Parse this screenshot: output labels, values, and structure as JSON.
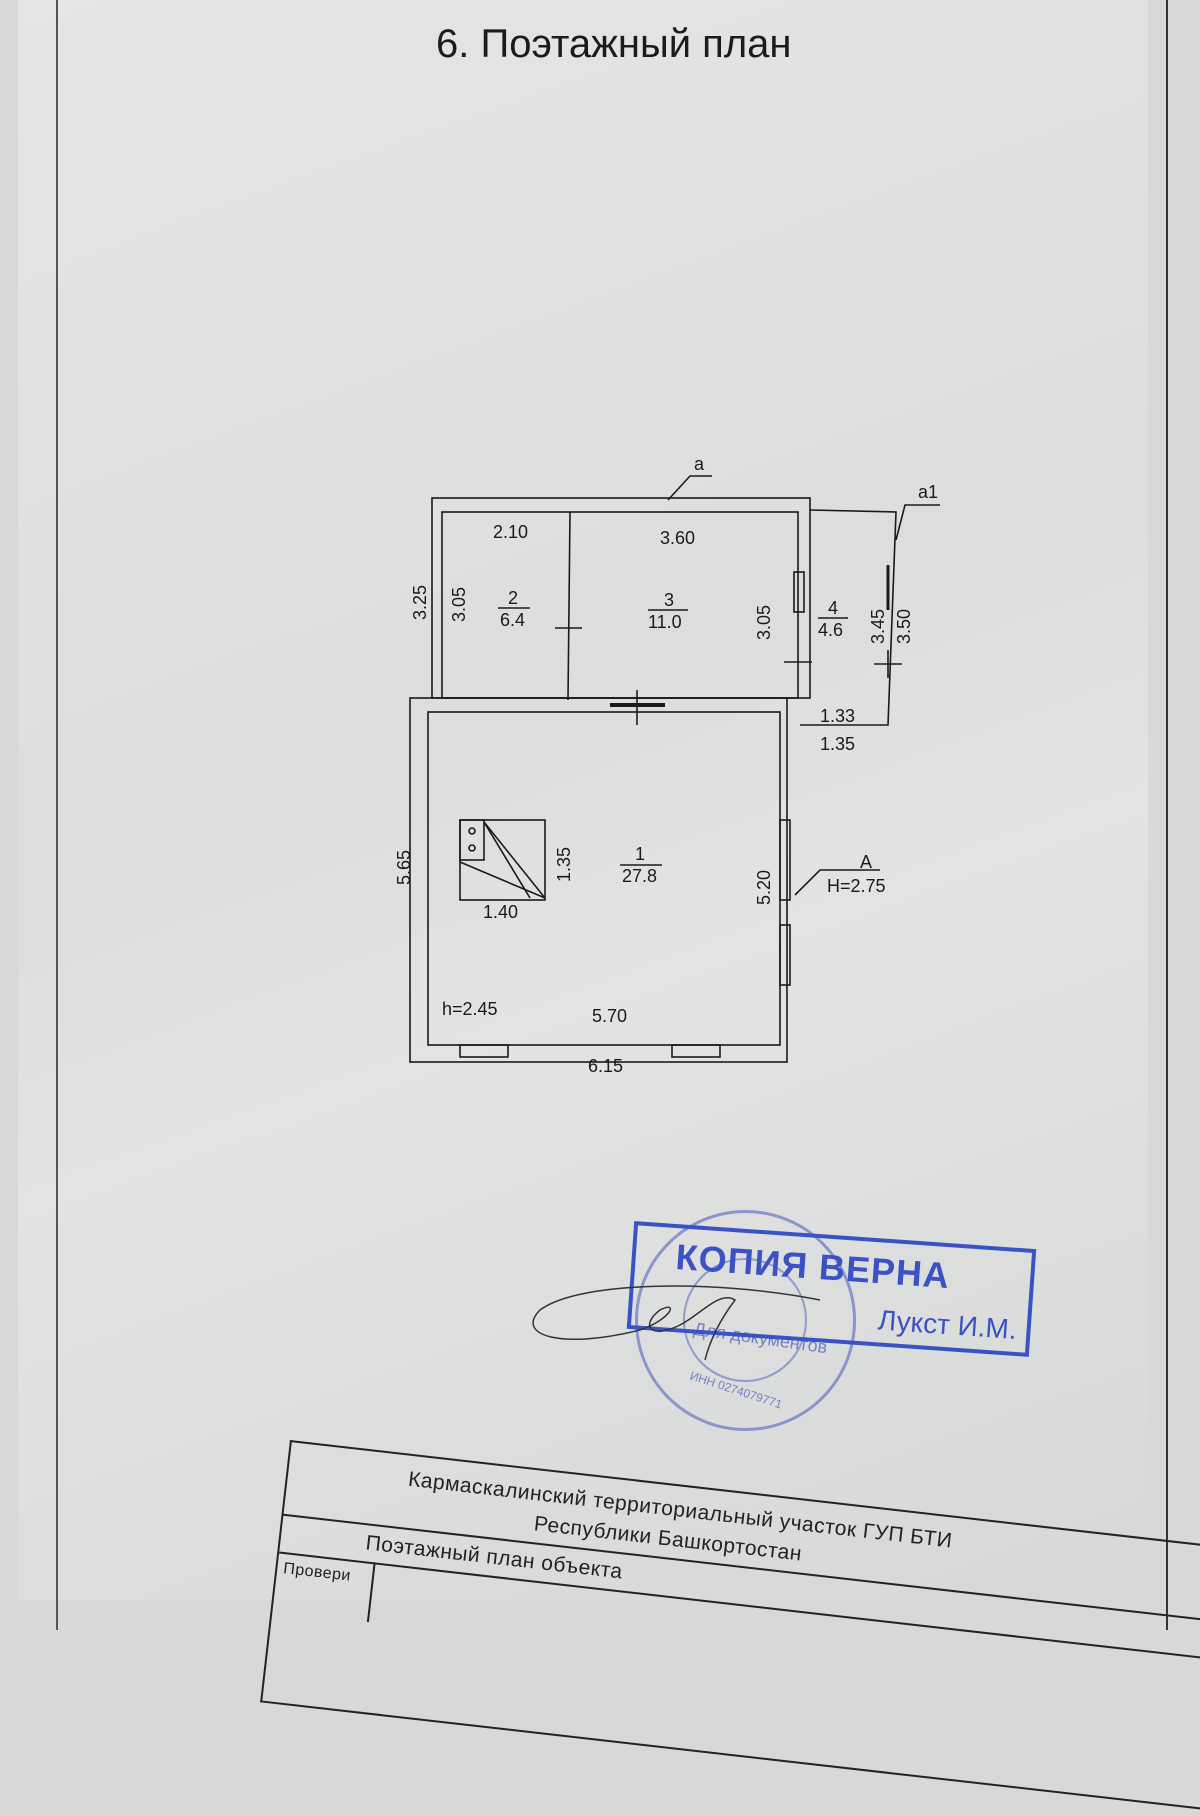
{
  "document": {
    "title": "6. Поэтажный план"
  },
  "plan": {
    "letters": {
      "main": "А",
      "main_height": "H=2.75",
      "a": "а",
      "a1": "а1"
    },
    "rooms": [
      {
        "number": "1",
        "area": "27.8"
      },
      {
        "number": "2",
        "area": "6.4"
      },
      {
        "number": "3",
        "area": "11.0"
      },
      {
        "number": "4",
        "area": "4.6"
      }
    ],
    "dimensions": {
      "d210": "2.10",
      "d360": "3.60",
      "d325": "3.25",
      "d305a": "3.05",
      "d305b": "3.05",
      "d345": "3.45",
      "d350": "3.50",
      "d133": "1.33",
      "d135a": "1.35",
      "d565": "5.65",
      "d135b": "1.35",
      "d140": "1.40",
      "d520": "5.20",
      "d570": "5.70",
      "d615": "6.15",
      "h_inner": "h=2.45"
    }
  },
  "stamp": {
    "text": "КОПИЯ ВЕРНА",
    "name": "Лукст И.М.",
    "seal_center": "Для документов",
    "seal_inn": "ИНН 0274079771"
  },
  "title_block": {
    "org_line1": "Кармаскалинский территориальный участок ГУП БТИ",
    "org_line2": "Республики Башкортостан",
    "doc_line": "Поэтажный план объекта",
    "checked": "Провери"
  }
}
